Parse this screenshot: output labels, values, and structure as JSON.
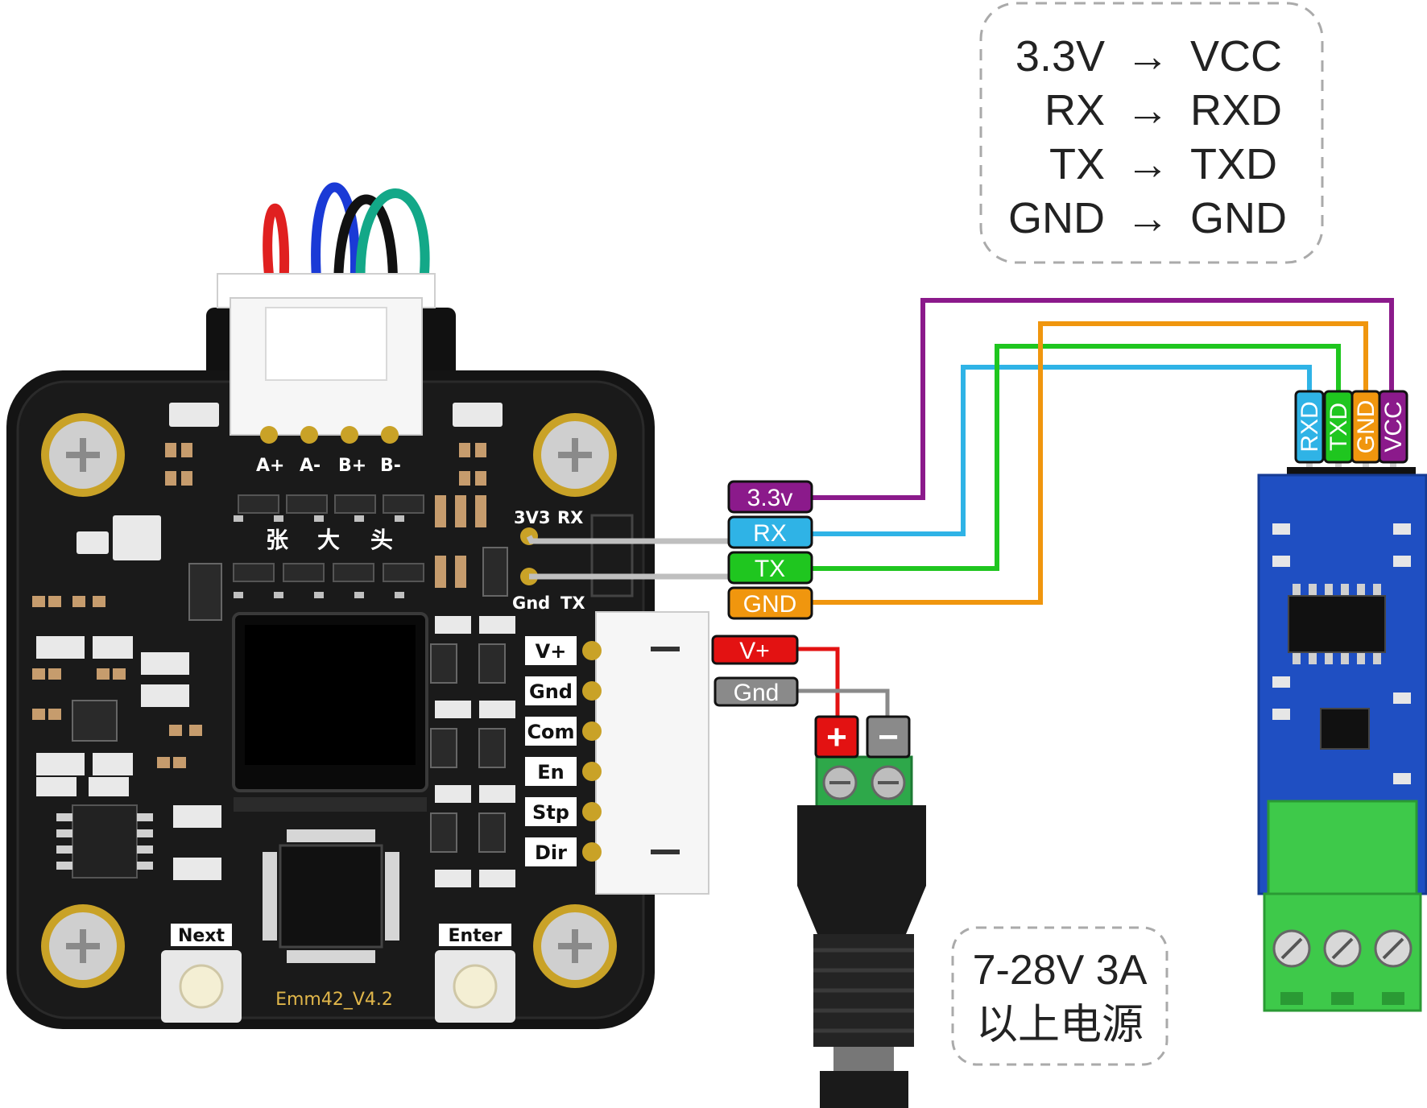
{
  "mapping": {
    "rows": [
      {
        "from": "3.3V",
        "to": "VCC"
      },
      {
        "from": "RX",
        "to": "RXD"
      },
      {
        "from": "TX",
        "to": "TXD"
      },
      {
        "from": "GND",
        "to": "GND"
      }
    ],
    "arrow": "→"
  },
  "driver_board": {
    "model": "Emm42_V4.2",
    "motor_pins": [
      "A+",
      "A-",
      "B+",
      "B-"
    ],
    "serial_header_labels": {
      "top_left": "3V3",
      "top_right": "RX",
      "bottom_left": "Gnd",
      "bottom_right": "TX"
    },
    "control_pins": [
      "V+",
      "Gnd",
      "Com",
      "En",
      "Stp",
      "Dir"
    ],
    "button_labels": {
      "left": "Next",
      "right": "Enter"
    },
    "silkscreen_chars": [
      "张",
      "大",
      "头"
    ]
  },
  "wire_tags": [
    {
      "label": "3.3v",
      "color": "#8b1a8b"
    },
    {
      "label": "RX",
      "color": "#2fb3e6"
    },
    {
      "label": "TX",
      "color": "#1fc61f"
    },
    {
      "label": "GND",
      "color": "#f0960e"
    }
  ],
  "power_tags": [
    {
      "label": "V+",
      "color": "#e31212"
    },
    {
      "label": "Gnd",
      "color": "#8a8a8a"
    }
  ],
  "terminal_signs": {
    "plus": "+",
    "minus": "−"
  },
  "usb_ttl_pins": [
    {
      "label": "RXD",
      "color": "#2fb3e6"
    },
    {
      "label": "TXD",
      "color": "#1fc61f"
    },
    {
      "label": "GND",
      "color": "#f0960e"
    },
    {
      "label": "VCC",
      "color": "#8b1a8b"
    }
  ],
  "power_note": {
    "line1": "7-28V 3A",
    "line2": "以上电源"
  }
}
